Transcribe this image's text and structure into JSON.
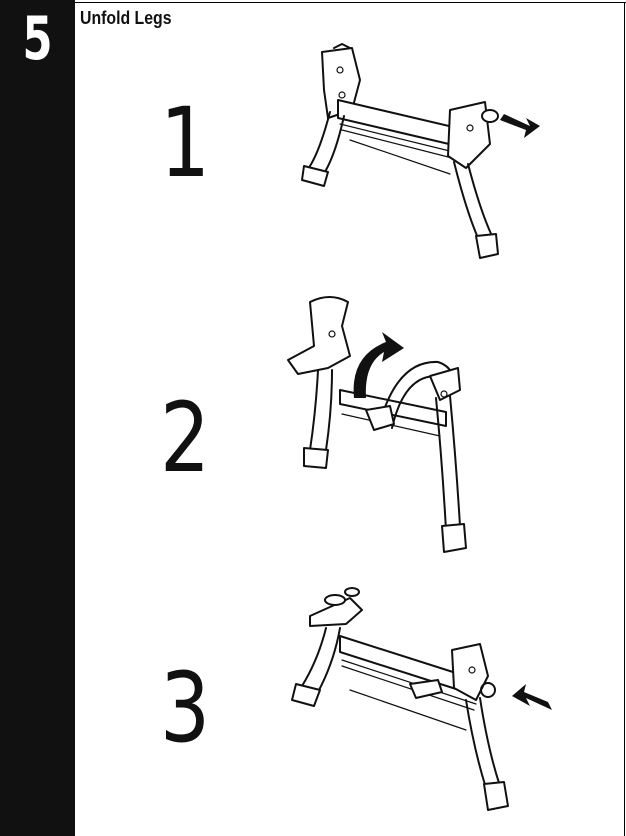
{
  "step": {
    "number": "5",
    "title": "Unfold Legs"
  },
  "substeps": [
    {
      "label": "1"
    },
    {
      "label": "2"
    },
    {
      "label": "3"
    }
  ]
}
